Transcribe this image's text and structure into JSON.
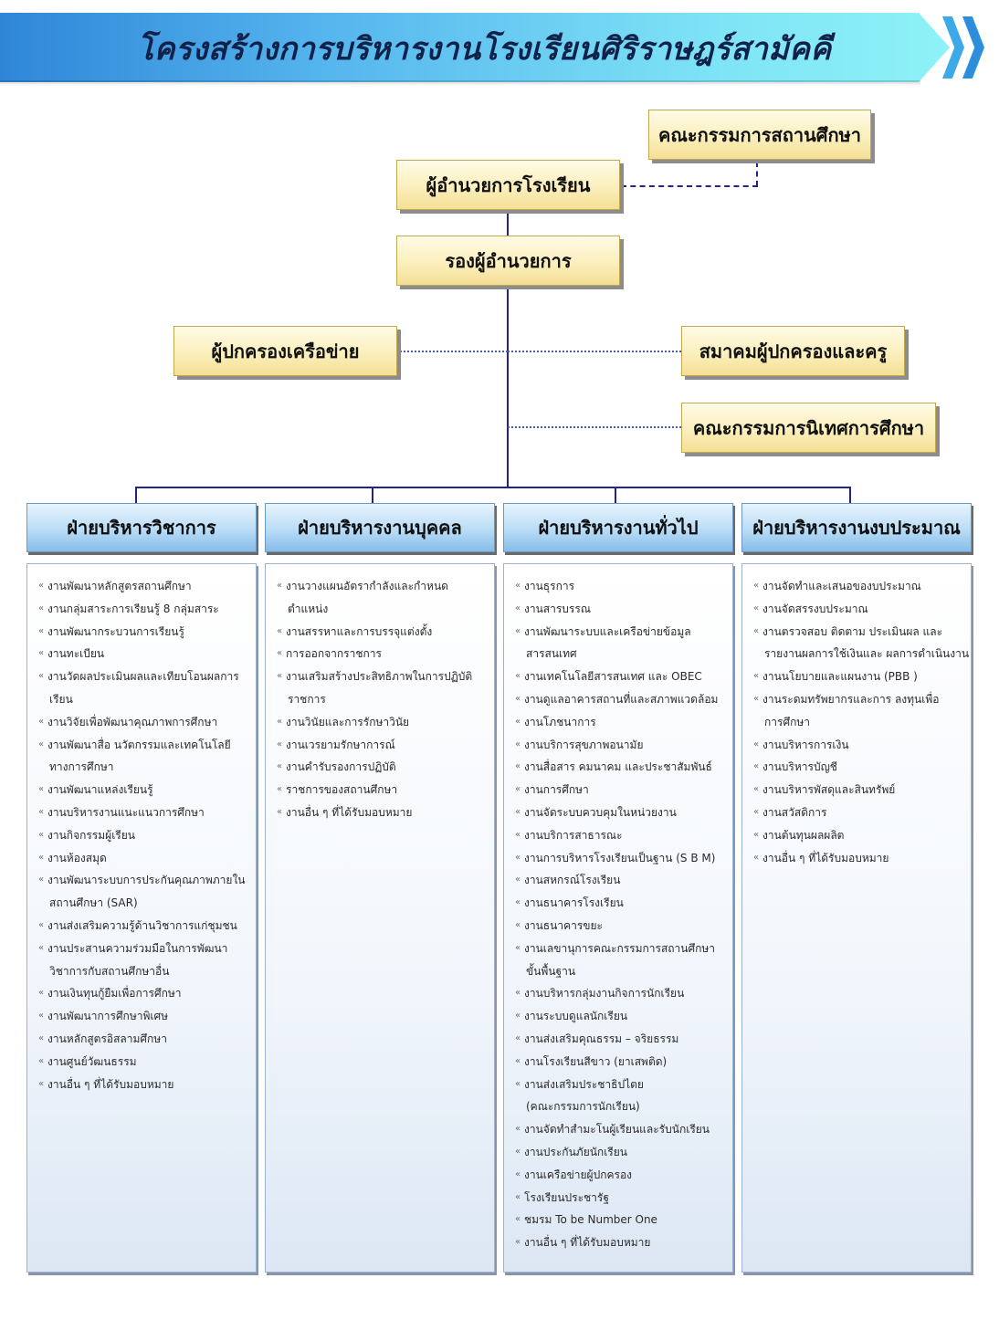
{
  "header": {
    "title": "โครงสร้างการบริหารงานโรงเรียนศิริราษฎร์สามัคคี"
  },
  "org": {
    "school_board": "คณะกรรมการสถานศึกษา",
    "director": "ผู้อำนวยการโรงเรียน",
    "deputy_director": "รองผู้อำนวยการ",
    "parent_network": "ผู้ปกครองเครือข่าย",
    "parent_teacher_assoc": "สมาคมผู้ปกครองและครู",
    "supervision_committee": "คณะกรรมการนิเทศการศึกษา"
  },
  "departments": [
    {
      "name": "ฝ่ายบริหารวิชาการ",
      "items": [
        "งานพัฒนาหลักสูตรสถานศึกษา",
        "งานกลุ่มสาระการเรียนรู้  8 กลุ่มสาระ",
        "งานพัฒนากระบวนการเรียนรู้",
        "งานทะเบียน",
        "งานวัดผลประเมินผลและเทียบโอนผลการ",
        "เรียน",
        "งานวิจัยเพื่อพัฒนาคุณภาพการศึกษา",
        "งานพัฒนาสื่อ นวัตกรรมและเทคโนโลยี",
        "ทางการศึกษา",
        "งานพัฒนาแหล่งเรียนรู้",
        "งานบริหารงานแนะแนวการศึกษา",
        "งานกิจกรรมผู้เรียน",
        "งานห้องสมุด",
        "งานพัฒนาระบบการประกันคุณภาพภายใน",
        "สถานศึกษา   (SAR)",
        "งานส่งเสริมความรู้ด้านวิชาการแก่ชุมชน",
        "งานประสานความร่วมมือในการพัฒนา",
        "วิชาการกับสถานศึกษาอื่น",
        "งานเงินทุนกู้ยืมเพื่อการศึกษา",
        "งานพัฒนาการศึกษาพิเศษ",
        "งานหลักสูตรอิสลามศึกษา",
        "งานศูนย์วัฒนธรรม",
        "งานอื่น ๆ ที่ได้รับมอบหมาย"
      ]
    },
    {
      "name": "ฝ่ายบริหารงานบุคคล",
      "items": [
        "งานวางแผนอัตรากำลังและกำหนด",
        "ตำแหน่ง",
        "งานสรรหาและการบรรจุแต่งตั้ง",
        "การออกจากราชการ",
        "งานเสริมสร้างประสิทธิภาพในการปฏิบัติ",
        "ราชการ",
        "งานวินัยและการรักษาวินัย",
        "งานเวรยามรักษาการณ์",
        "งานคำรับรองการปฏิบัติ",
        "ราชการของสถานศึกษา",
        "งานอื่น ๆ ที่ได้รับมอบหมาย"
      ]
    },
    {
      "name": "ฝ่ายบริหารงานทั่วไป",
      "items": [
        "งานธุรการ",
        "งานสารบรรณ",
        "งานพัฒนาระบบและเครือข่ายข้อมูล",
        "สารสนเทศ",
        "งานเทคโนโลยีสารสนเทศ  และ OBEC",
        "งานดูแลอาคารสถานที่และสภาพแวดล้อม",
        "งานโภชนาการ",
        "งานบริการสุขภาพอนามัย",
        "งานสื่อสาร คมนาคม และประชาสัมพันธ์",
        "งานการศึกษา",
        "งานจัดระบบควบคุมในหน่วยงาน",
        "งานบริการสาธารณะ",
        "งานการบริหารโรงเรียนเป็นฐาน (S B M)",
        "งานสหกรณ์โรงเรียน",
        "งานธนาคารโรงเรียน",
        "งานธนาคารขยะ",
        "งานเลขานุการคณะกรรมการสถานศึกษา",
        "ขั้นพื้นฐาน",
        "งานบริหารกลุ่มงานกิจการนักเรียน",
        "งานระบบดูแลนักเรียน",
        "งานส่งเสริมคุณธรรม – จริยธรรม",
        "งานโรงเรียนสีขาว  (ยาเสพติด)",
        "งานส่งเสริมประชาธิปไตย",
        "(คณะกรรมการนักเรียน)",
        "งานจัดทำสำมะโนผู้เรียนและรับนักเรียน",
        "งานประกันภัยนักเรียน",
        "งานเครือข่ายผู้ปกครอง",
        "โรงเรียนประชารัฐ",
        "ชมรม To be Number One",
        "งานอื่น ๆ ที่ได้รับมอบหมาย"
      ]
    },
    {
      "name": "ฝ่ายบริหารงานงบประมาณ",
      "items": [
        "งานจัดทำและเสนอของบประมาณ",
        "งานจัดสรรงบประมาณ",
        "งานตรวจสอบ ติดตาม ประเมินผล และ",
        "รายงานผลการใช้เงินและ ผลการดำเนินงาน",
        "งานนโยบายและแผนงาน (PBB )",
        "งานระดมทรัพยากรและการ  ลงทุนเพื่อ",
        "การศึกษา",
        "งานบริหารการเงิน",
        "งานบริหารบัญชี",
        "งานบริหารพัสดุและสินทรัพย์",
        "งานสวัสดิการ",
        "งานต้นทุนผลผลิต",
        "งานอื่น ๆ ที่ได้รับมอบหมาย"
      ]
    }
  ]
}
